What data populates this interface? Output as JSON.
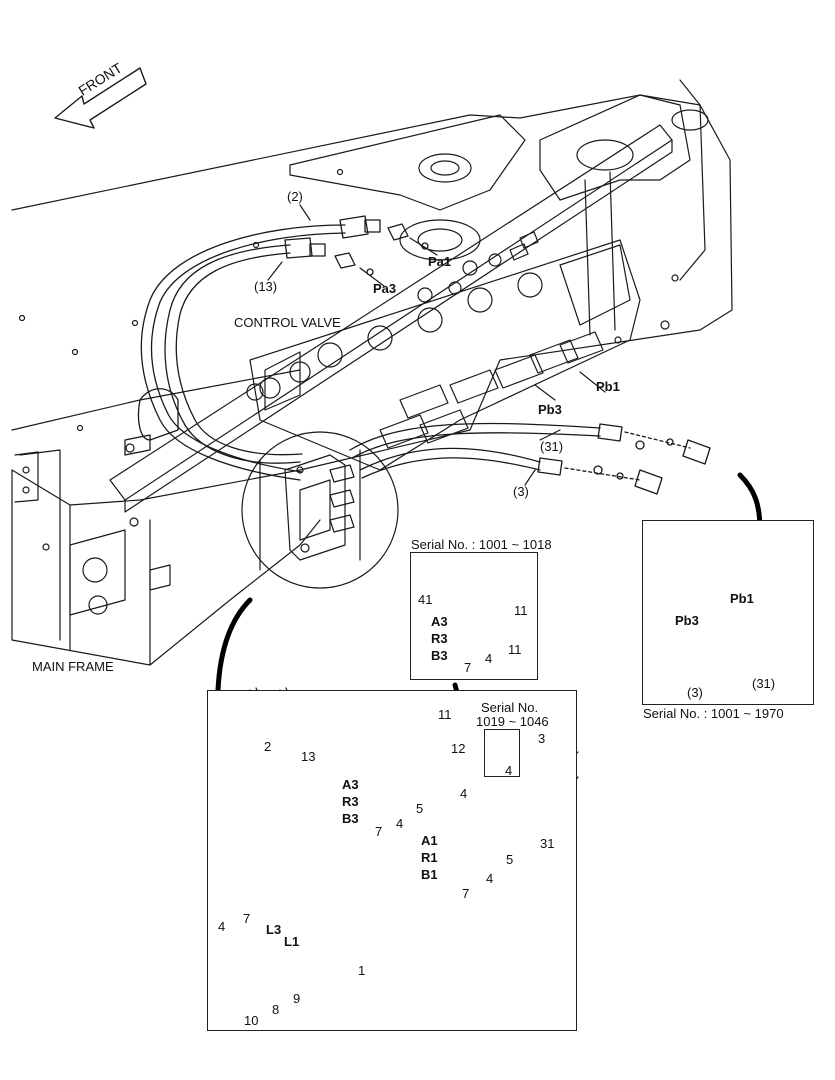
{
  "labels": {
    "front": "FRONT",
    "control_valve": "CONTROL VALVE",
    "main_frame": "MAIN FRAME",
    "pa1": "Pa1",
    "pa3": "Pa3",
    "pb1": "Pb1",
    "pb3": "Pb3",
    "ref_2": "(2)",
    "ref_13": "(13)",
    "ref_31": "(31)",
    "ref_3": "(3)"
  },
  "inset_serial_1018": {
    "title": "Serial No. : 1001 ~ 1018",
    "n41": "41",
    "n11a": "11",
    "n11b": "11",
    "a3": "A3",
    "r3": "R3",
    "b3": "B3",
    "n4": "4",
    "n7": "7"
  },
  "inset_right": {
    "caption": "Serial No. : 1001 ~ 1970",
    "pb1": "Pb1",
    "pb3": "Pb3",
    "ref_3": "(3)",
    "ref_31": "(31)"
  },
  "main_detail": {
    "serial_title_1": "Serial No.",
    "serial_title_2": "1019 ~ 1046",
    "serial_part": "4",
    "n2": "2",
    "n13": "13",
    "n11": "11",
    "n12": "12",
    "n3": "3",
    "a3": "A3",
    "r3": "R3",
    "b3": "B3",
    "n5a": "5",
    "n4a": "4",
    "n7a": "7",
    "n4b": "4",
    "a1": "A1",
    "r1": "R1",
    "b1": "B1",
    "n31": "31",
    "n5b": "5",
    "n4c": "4",
    "n7b": "7",
    "n7c": "7",
    "n4d": "4",
    "l3": "L3",
    "l1": "L1",
    "n1": "1",
    "n9": "9",
    "n8": "8",
    "n10": "10"
  }
}
